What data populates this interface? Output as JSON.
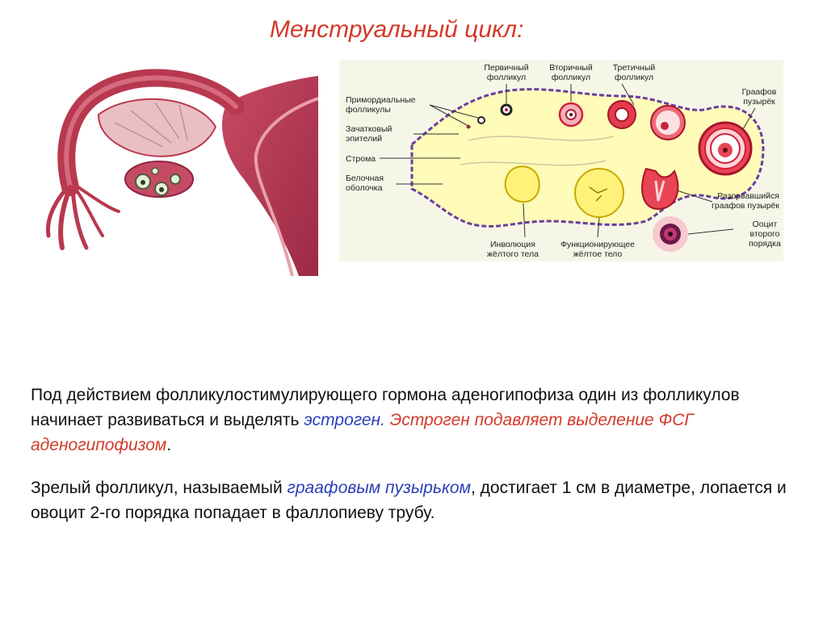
{
  "title": "Менструальный цикл:",
  "diagram_labels": {
    "primordial": [
      "Примордиальные",
      "фолликулы"
    ],
    "germinal": [
      "Зачатковый",
      "эпителий"
    ],
    "stroma": "Строма",
    "albuginea": [
      "Белочная",
      "оболочка"
    ],
    "primary": [
      "Первичный",
      "фолликул"
    ],
    "secondary": [
      "Вторичный",
      "фолликул"
    ],
    "tertiary": [
      "Третичный",
      "фолликул"
    ],
    "graafian": [
      "Граафов",
      "пузырёк"
    ],
    "ruptured": [
      "Разорвавшийся",
      "граафов пузырёк"
    ],
    "oocyte": [
      "Ооцит",
      "второго",
      "порядка"
    ],
    "involution": [
      "Инволюция",
      "жёлтого тела"
    ],
    "functioning": [
      "Функционирующее",
      "жёлтое тело"
    ]
  },
  "paragraph1": {
    "part1": "Под действием фолликулостимулирующего гормона аденогипофиза один из фолликулов начинает развиваться и выделять ",
    "estrogen": "эстроген",
    "dot": ". ",
    "red": "Эстроген подавляет выделение ФСГ аденогипофизом",
    "end": "."
  },
  "paragraph2": {
    "part1": "Зрелый фолликул, называемый ",
    "graafian": "граафовым пузырьком",
    "part2": ", достигает 1 см в диаметре, лопается и овоцит 2-го порядка попадает в фаллопиеву трубу."
  }
}
